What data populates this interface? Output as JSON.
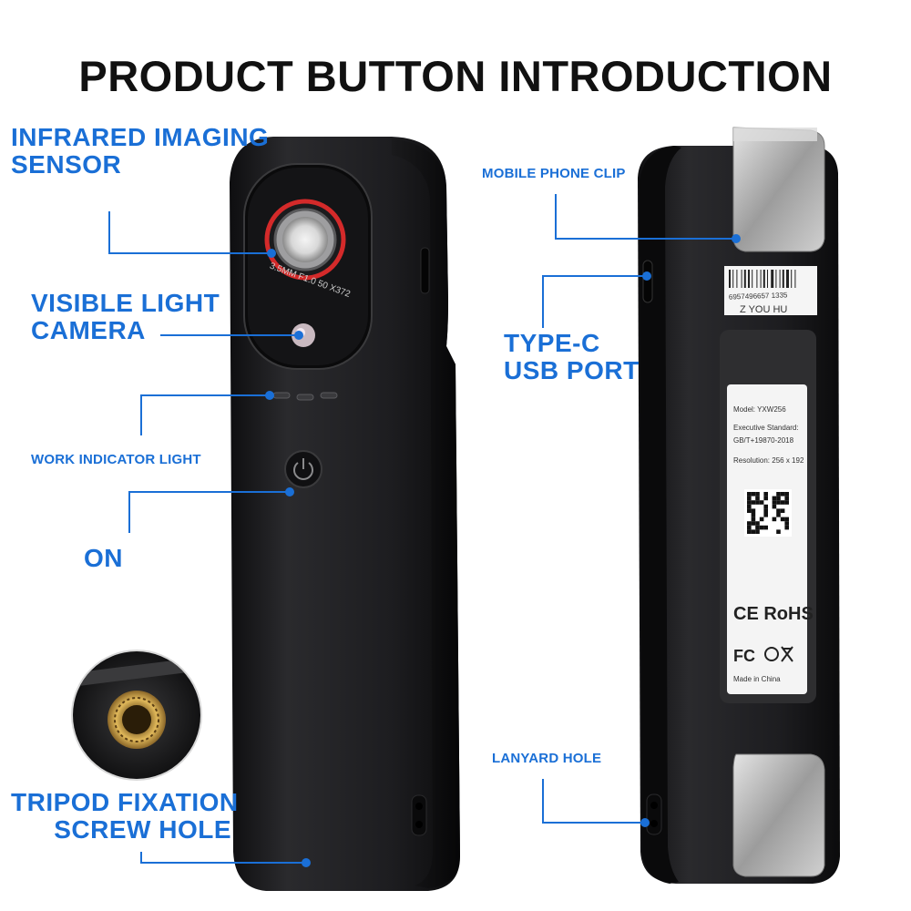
{
  "title": "PRODUCT BUTTON INTRODUCTION",
  "callouts": {
    "infrared": [
      "INFRARED IMAGING",
      "SENSOR"
    ],
    "visible": [
      "VISIBLE LIGHT",
      "CAMERA"
    ],
    "indicator": "WORK INDICATOR LIGHT",
    "on": "ON",
    "tripod": [
      "TRIPOD FIXATION",
      "SCREW HOLE"
    ],
    "clip": "MOBILE PHONE CLIP",
    "typec": [
      "TYPE-C",
      "USB PORT"
    ],
    "lanyard": "LANYARD HOLE"
  },
  "front": {
    "lens_text": "3.5MM  F1.0  50  X372"
  },
  "back": {
    "barcode_number": "6957496657 1335",
    "brand": "Z YOU HU",
    "label": {
      "model": "Model: YXW256",
      "standard1": "Executive Standard:",
      "standard2": "GB/T+19870-2018",
      "resolution": "Resolution: 256 x 192",
      "marks": "CE RoHS",
      "fc": "FC",
      "made_in": "Made in China"
    }
  },
  "colors": {
    "accent": "#1a6fd6",
    "device": "#1c1c1e",
    "lens_ring": "#d42a2a",
    "metal": "#b8b8b8"
  }
}
